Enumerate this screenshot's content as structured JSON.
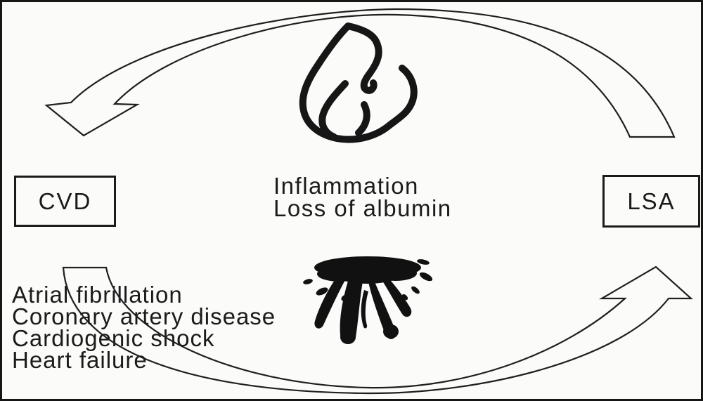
{
  "figure": {
    "bg_color": "#fbfbfa",
    "ink_color": "#1b1b1b"
  },
  "boxes": {
    "cvd": "CVD",
    "lsa": "LSA"
  },
  "center_text": {
    "line1": "Inflammation",
    "line2": "Loss of albumin"
  },
  "complications": {
    "items": [
      "Atrial fibrillation",
      "Coronary artery disease",
      "Cardiogenic shock",
      "Heart failure"
    ]
  },
  "icons": {
    "flame": "flame-icon",
    "splash": "splash-icon"
  }
}
